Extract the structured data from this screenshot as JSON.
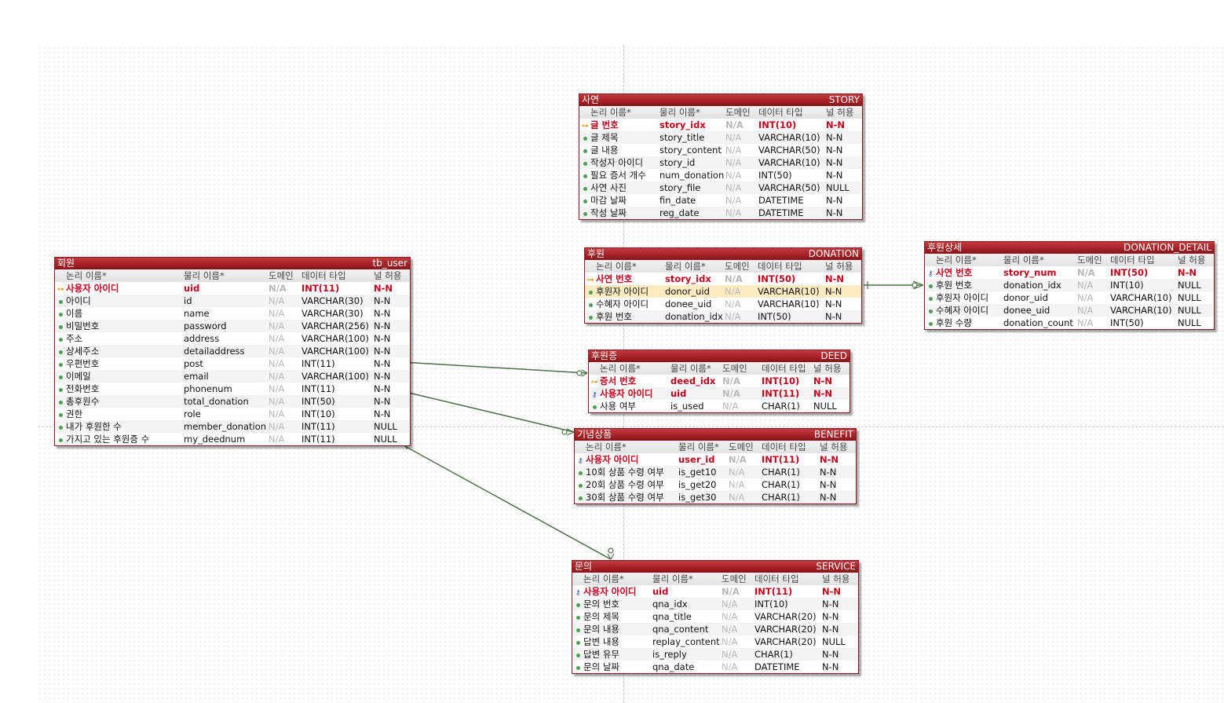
{
  "column_headers": [
    "논리 이름*",
    "물리 이름*",
    "도메인",
    "데이터 타입",
    "널 허용"
  ],
  "colors": {
    "header": "#a01c22",
    "relationship": "#4c7048",
    "primary_key_text": "#c0001b"
  },
  "entities": [
    {
      "id": "user",
      "logical": "회원",
      "physical": "tb_user",
      "rows": [
        {
          "l": "사용자 아이디",
          "p": "uid",
          "d": "N/A",
          "t": "INT(11)",
          "n": "N-N",
          "key": "pk"
        },
        {
          "l": "아이디",
          "p": "id",
          "d": "N/A",
          "t": "VARCHAR(30)",
          "n": "N-N",
          "key": ""
        },
        {
          "l": "이름",
          "p": "name",
          "d": "N/A",
          "t": "VARCHAR(30)",
          "n": "N-N",
          "key": ""
        },
        {
          "l": "비밀번호",
          "p": "password",
          "d": "N/A",
          "t": "VARCHAR(256)",
          "n": "N-N",
          "key": ""
        },
        {
          "l": "주소",
          "p": "address",
          "d": "N/A",
          "t": "VARCHAR(100)",
          "n": "N-N",
          "key": ""
        },
        {
          "l": "상세주소",
          "p": "detailaddress",
          "d": "N/A",
          "t": "VARCHAR(100)",
          "n": "N-N",
          "key": ""
        },
        {
          "l": "우편번호",
          "p": "post",
          "d": "N/A",
          "t": "INT(11)",
          "n": "N-N",
          "key": ""
        },
        {
          "l": "이메일",
          "p": "email",
          "d": "N/A",
          "t": "VARCHAR(100)",
          "n": "N-N",
          "key": ""
        },
        {
          "l": "전화번호",
          "p": "phonenum",
          "d": "N/A",
          "t": "INT(11)",
          "n": "N-N",
          "key": ""
        },
        {
          "l": "총후원수",
          "p": "total_donation",
          "d": "N/A",
          "t": "INT(50)",
          "n": "N-N",
          "key": ""
        },
        {
          "l": "권한",
          "p": "role",
          "d": "N/A",
          "t": "INT(10)",
          "n": "N-N",
          "key": ""
        },
        {
          "l": "내가 후원한 수",
          "p": "member_donation",
          "d": "N/A",
          "t": "INT(11)",
          "n": "NULL",
          "key": ""
        },
        {
          "l": "가지고 있는 후원증 수",
          "p": "my_deednum",
          "d": "N/A",
          "t": "INT(11)",
          "n": "NULL",
          "key": ""
        }
      ]
    },
    {
      "id": "story",
      "logical": "사연",
      "physical": "STORY",
      "rows": [
        {
          "l": "글 번호",
          "p": "story_idx",
          "d": "N/A",
          "t": "INT(10)",
          "n": "N-N",
          "key": "pk"
        },
        {
          "l": "글 제목",
          "p": "story_title",
          "d": "N/A",
          "t": "VARCHAR(10)",
          "n": "N-N",
          "key": ""
        },
        {
          "l": "글 내용",
          "p": "story_content",
          "d": "N/A",
          "t": "VARCHAR(50)",
          "n": "N-N",
          "key": ""
        },
        {
          "l": "작성자 아이디",
          "p": "story_id",
          "d": "N/A",
          "t": "VARCHAR(10)",
          "n": "N-N",
          "key": ""
        },
        {
          "l": "필요 증서 개수",
          "p": "num_donation",
          "d": "N/A",
          "t": "INT(50)",
          "n": "N-N",
          "key": ""
        },
        {
          "l": "사연 사진",
          "p": "story_file",
          "d": "N/A",
          "t": "VARCHAR(50)",
          "n": "NULL",
          "key": ""
        },
        {
          "l": "마감 날짜",
          "p": "fin_date",
          "d": "N/A",
          "t": "DATETIME",
          "n": "N-N",
          "key": ""
        },
        {
          "l": "작성 날짜",
          "p": "reg_date",
          "d": "N/A",
          "t": "DATETIME",
          "n": "N-N",
          "key": ""
        }
      ]
    },
    {
      "id": "donation",
      "logical": "후원",
      "physical": "DONATION",
      "rows": [
        {
          "l": "사연 번호",
          "p": "story_idx",
          "d": "N/A",
          "t": "INT(50)",
          "n": "N-N",
          "key": "pk"
        },
        {
          "l": "후원자 아이디",
          "p": "donor_uid",
          "d": "N/A",
          "t": "VARCHAR(10)",
          "n": "N-N",
          "key": "",
          "hl": true
        },
        {
          "l": "수혜자 아이디",
          "p": "donee_uid",
          "d": "N/A",
          "t": "VARCHAR(10)",
          "n": "N-N",
          "key": ""
        },
        {
          "l": "후원 번호",
          "p": "donation_idx",
          "d": "N/A",
          "t": "INT(50)",
          "n": "N-N",
          "key": ""
        }
      ]
    },
    {
      "id": "donation_detail",
      "logical": "후원상세",
      "physical": "DONATION_DETAIL",
      "rows": [
        {
          "l": "사연 번호",
          "p": "story_num",
          "d": "N/A",
          "t": "INT(50)",
          "n": "N-N",
          "key": "pfk"
        },
        {
          "l": "후원 번호",
          "p": "donation_idx",
          "d": "N/A",
          "t": "INT(10)",
          "n": "NULL",
          "key": ""
        },
        {
          "l": "후원자 아이디",
          "p": "donor_uid",
          "d": "N/A",
          "t": "VARCHAR(10)",
          "n": "NULL",
          "key": ""
        },
        {
          "l": "수혜자 아이디",
          "p": "donee_uid",
          "d": "N/A",
          "t": "VARCHAR(10)",
          "n": "NULL",
          "key": ""
        },
        {
          "l": "후원 수량",
          "p": "donation_count",
          "d": "N/A",
          "t": "INT(50)",
          "n": "NULL",
          "key": ""
        }
      ]
    },
    {
      "id": "deed",
      "logical": "후원증",
      "physical": "DEED",
      "rows": [
        {
          "l": "증서 번호",
          "p": "deed_idx",
          "d": "N/A",
          "t": "INT(10)",
          "n": "N-N",
          "key": "pk"
        },
        {
          "l": "사용자 아이디",
          "p": "uid",
          "d": "N/A",
          "t": "INT(11)",
          "n": "N-N",
          "key": "pfk"
        },
        {
          "l": "사용 여부",
          "p": "is_used",
          "d": "N/A",
          "t": "CHAR(1)",
          "n": "NULL",
          "key": ""
        }
      ]
    },
    {
      "id": "benefit",
      "logical": "기념상품",
      "physical": "BENEFIT",
      "rows": [
        {
          "l": "사용자 아이디",
          "p": "user_id",
          "d": "N/A",
          "t": "INT(11)",
          "n": "N-N",
          "key": "pfk"
        },
        {
          "l": "10회 상품 수령 여부",
          "p": "is_get10",
          "d": "N/A",
          "t": "CHAR(1)",
          "n": "N-N",
          "key": ""
        },
        {
          "l": "20회 상품 수령 여부",
          "p": "is_get20",
          "d": "N/A",
          "t": "CHAR(1)",
          "n": "N-N",
          "key": ""
        },
        {
          "l": "30회 상품 수령 여부",
          "p": "is_get30",
          "d": "N/A",
          "t": "CHAR(1)",
          "n": "N-N",
          "key": ""
        }
      ]
    },
    {
      "id": "service",
      "logical": "문의",
      "physical": "SERVICE",
      "rows": [
        {
          "l": "사용자 아이디",
          "p": "uid",
          "d": "N/A",
          "t": "INT(11)",
          "n": "N-N",
          "key": "pfk"
        },
        {
          "l": "문의 번호",
          "p": "qna_idx",
          "d": "N/A",
          "t": "INT(10)",
          "n": "N-N",
          "key": ""
        },
        {
          "l": "문의 제목",
          "p": "qna_title",
          "d": "N/A",
          "t": "VARCHAR(20)",
          "n": "N-N",
          "key": ""
        },
        {
          "l": "문의 내용",
          "p": "qna_content",
          "d": "N/A",
          "t": "VARCHAR(20)",
          "n": "N-N",
          "key": ""
        },
        {
          "l": "답변 내용",
          "p": "replay_content",
          "d": "N/A",
          "t": "VARCHAR(20)",
          "n": "NULL",
          "key": ""
        },
        {
          "l": "답변 유무",
          "p": "is_reply",
          "d": "N/A",
          "t": "CHAR(1)",
          "n": "N-N",
          "key": ""
        },
        {
          "l": "문의 날짜",
          "p": "qna_date",
          "d": "N/A",
          "t": "DATETIME",
          "n": "N-N",
          "key": ""
        }
      ]
    }
  ]
}
